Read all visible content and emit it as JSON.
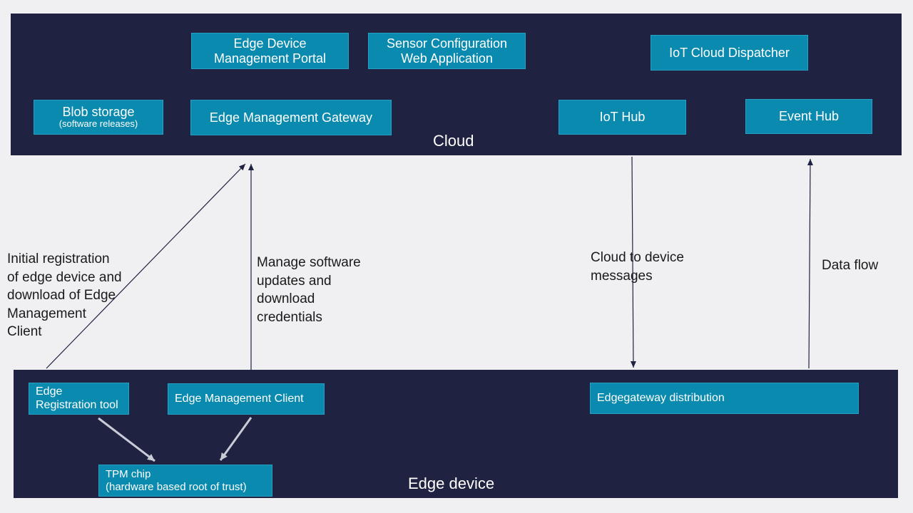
{
  "cloud": {
    "label": "Cloud",
    "boxes": {
      "edm_portal_line1": "Edge Device",
      "edm_portal_line2": "Management Portal",
      "sensor_config_line1": "Sensor Configuration",
      "sensor_config_line2": "Web Application",
      "iot_dispatcher": "IoT Cloud Dispatcher",
      "blob_storage": "Blob storage",
      "blob_storage_sub": "(software releases)",
      "edge_mgmt_gateway": "Edge Management Gateway",
      "iot_hub": "IoT Hub",
      "event_hub": "Event Hub"
    }
  },
  "edge": {
    "label": "Edge device",
    "boxes": {
      "registration_line1": "Edge",
      "registration_line2": "Registration tool",
      "mgmt_client": "Edge Management Client",
      "edgegateway": "Edgegateway distribution",
      "tpm_line1": "TPM chip",
      "tpm_line2": "(hardware based root of trust)"
    }
  },
  "annotations": {
    "initial_registration": [
      "Initial registration",
      "of edge device and",
      "download of Edge",
      "Management",
      "Client"
    ],
    "manage_updates": [
      "Manage software",
      "updates and",
      "download",
      "credentials"
    ],
    "cloud_to_device": [
      "Cloud to device",
      "messages"
    ],
    "data_flow": [
      "Data flow"
    ]
  },
  "colors": {
    "panel": "#1f2240",
    "box": "#0a8aae",
    "arrow_dark": "#1f2240",
    "arrow_light": "#c8ccd6"
  }
}
